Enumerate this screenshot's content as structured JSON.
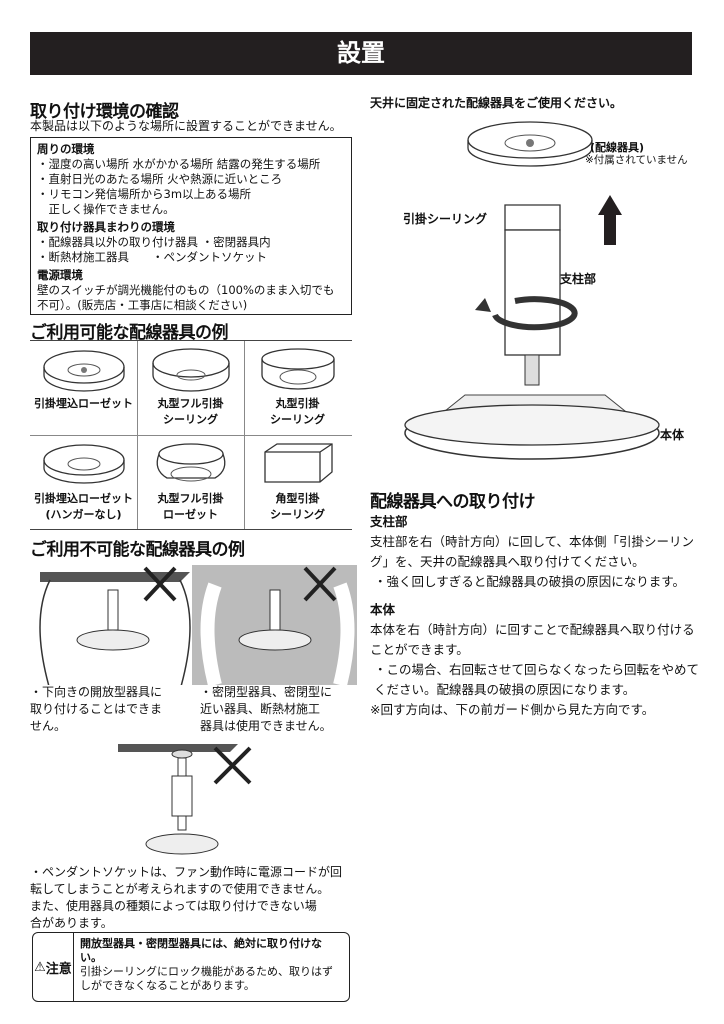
{
  "title": "設置",
  "env": {
    "heading": "取り付け環境の確認",
    "intro": "本製品は以下のような場所に設置することができません。",
    "surroundings_title": "周りの環境",
    "surroundings": [
      "・湿度の高い場所 水がかかる場所 結露の発生する場所",
      "・直射日光のあたる場所 火や熱源に近いところ",
      "・リモコン発信場所から3m以上ある場所",
      "　正しく操作できません。"
    ],
    "fixture_title": "取り付け器具まわりの環境",
    "fixture": [
      "・配線器具以外の取り付け器具 ・密閉器具内",
      "・断熱材施工器具　　・ペンダントソケット"
    ],
    "power_title": "電源環境",
    "power": [
      "壁のスイッチが調光機能付のもの（100%のまま入切でも",
      "不可）。(販売店・工事店に相談ください)"
    ]
  },
  "usable": {
    "heading": "ご利用可能な配線器具の例",
    "items": [
      {
        "l1": "引掛埋込ローゼット",
        "l2": ""
      },
      {
        "l1": "丸型フル引掛",
        "l2": "シーリング"
      },
      {
        "l1": "丸型引掛",
        "l2": "シーリング"
      },
      {
        "l1": "引掛埋込ローゼット",
        "l2": "(ハンガーなし)"
      },
      {
        "l1": "丸型フル引掛",
        "l2": "ローゼット"
      },
      {
        "l1": "角型引掛",
        "l2": "シーリング"
      }
    ]
  },
  "unusable": {
    "heading": "ご利用不可能な配線器具の例",
    "note1": [
      "・下向きの開放型器具に",
      "取り付けることはできま",
      "せん。"
    ],
    "note2": [
      "・密閉型器具、密閉型に",
      "近い器具、断熱材施工",
      "器具は使用できません。"
    ],
    "note3": [
      "・ペンダントソケットは、ファン動作時に電源コードが回",
      "転してしまうことが考えられますので使用できません。",
      "また、使用器具の種類によっては取り付けできない場",
      "合があります。"
    ]
  },
  "caution": {
    "label": "注意",
    "bold": "開放型器具・密閉型器具には、絶対に取り付けない。",
    "text": "引掛シーリングにロック機能があるため、取りはずしができなくなることがあります。"
  },
  "diagram": {
    "top_text": "天井に固定された配線器具をご使用ください。",
    "fixture_label": "(配線器具)",
    "fixture_note": "※付属されていません",
    "ceiling_label": "引掛シーリング",
    "post_label": "支柱部",
    "body_label": "本体"
  },
  "attach": {
    "heading": "配線器具への取り付け",
    "post_title": "支柱部",
    "post_text": "支柱部を右（時計方向）に回して、本体側「引掛シーリング」を、天井の配線器具へ取り付けてください。",
    "post_note": "・強く回しすぎると配線器具の破損の原因になります。",
    "body_title": "本体",
    "body_text": "本体を右（時計方向）に回すことで配線器具へ取り付けることができます。",
    "body_note": "・この場合、右回転させて回らなくなったら回転をやめてください。配線器具の破損の原因になります。",
    "direction_note": "※回す方向は、下の前ガード側から見た方向です。"
  }
}
